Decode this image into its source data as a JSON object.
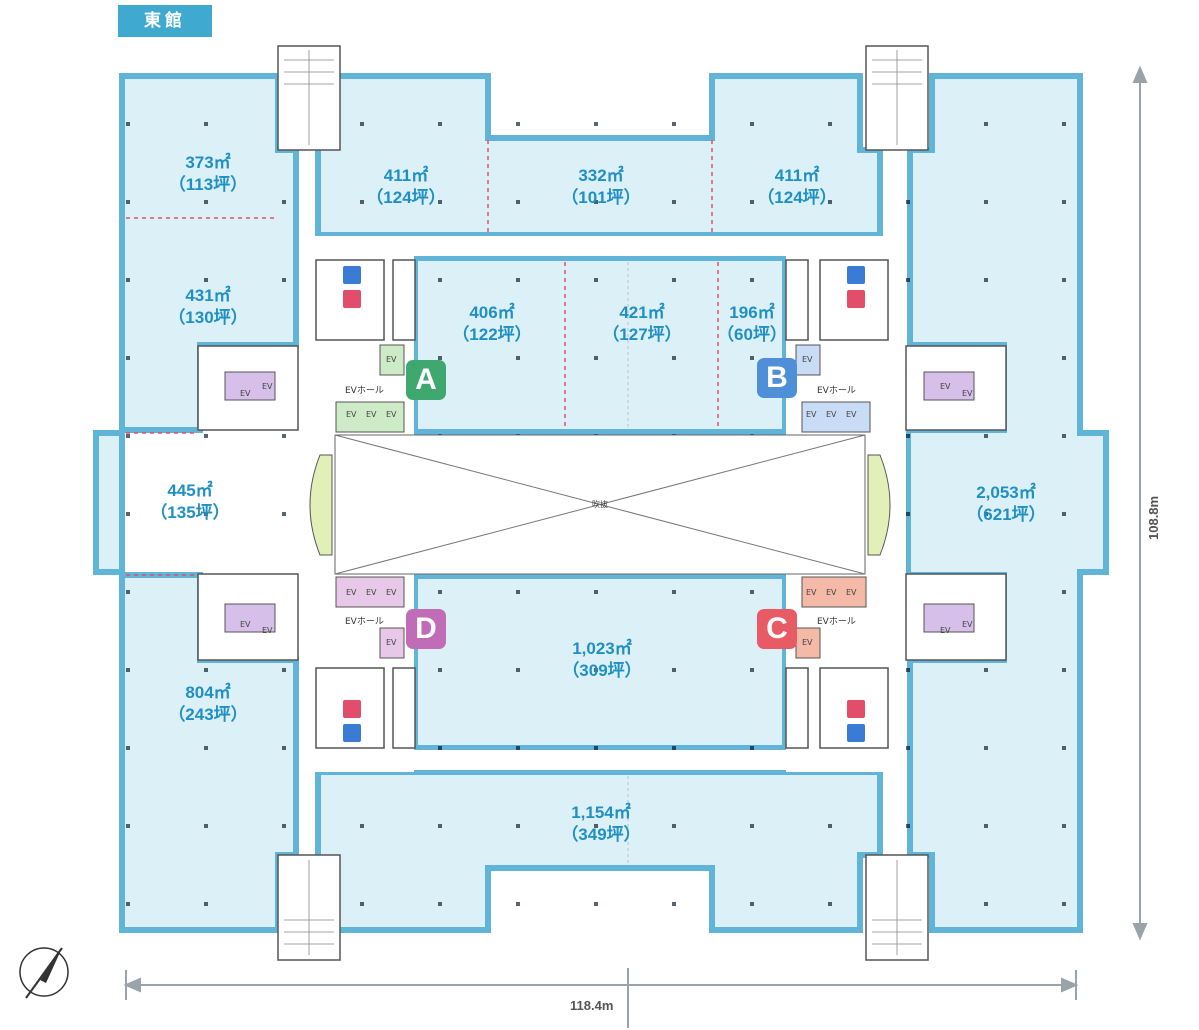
{
  "building_tag": "東館",
  "areas": [
    {
      "id": "nw",
      "sqm": "373㎡",
      "tsubo": "（113坪）"
    },
    {
      "id": "wmid",
      "sqm": "431㎡",
      "tsubo": "（130坪）"
    },
    {
      "id": "wcenter",
      "sqm": "445㎡",
      "tsubo": "（135坪）"
    },
    {
      "id": "sw",
      "sqm": "804㎡",
      "tsubo": "（243坪）"
    },
    {
      "id": "n1",
      "sqm": "411㎡",
      "tsubo": "（124坪）"
    },
    {
      "id": "n2",
      "sqm": "332㎡",
      "tsubo": "（101坪）"
    },
    {
      "id": "n3",
      "sqm": "411㎡",
      "tsubo": "（124坪）"
    },
    {
      "id": "c1",
      "sqm": "406㎡",
      "tsubo": "（122坪）"
    },
    {
      "id": "c2",
      "sqm": "421㎡",
      "tsubo": "（127坪）"
    },
    {
      "id": "c3",
      "sqm": "196㎡",
      "tsubo": "（60坪）"
    },
    {
      "id": "east",
      "sqm": "2,053㎡",
      "tsubo": "（621坪）"
    },
    {
      "id": "cs",
      "sqm": "1,023㎡",
      "tsubo": "（309坪）"
    },
    {
      "id": "s",
      "sqm": "1,154㎡",
      "tsubo": "（349坪）"
    }
  ],
  "zones": [
    {
      "letter": "A",
      "color": "#3ea86e"
    },
    {
      "letter": "B",
      "color": "#4f8fd8"
    },
    {
      "letter": "C",
      "color": "#e85a64"
    },
    {
      "letter": "D",
      "color": "#c16cb6"
    }
  ],
  "labels": {
    "ev_hall": "EVホール",
    "ev": "EV",
    "atrium": "吹抜"
  },
  "dimensions": {
    "width": "118.4m",
    "height": "108.8m"
  },
  "colors": {
    "floor_fill": "#dcf0f8",
    "wall": "#5fb4d8",
    "tag": "#3fa9cf"
  }
}
